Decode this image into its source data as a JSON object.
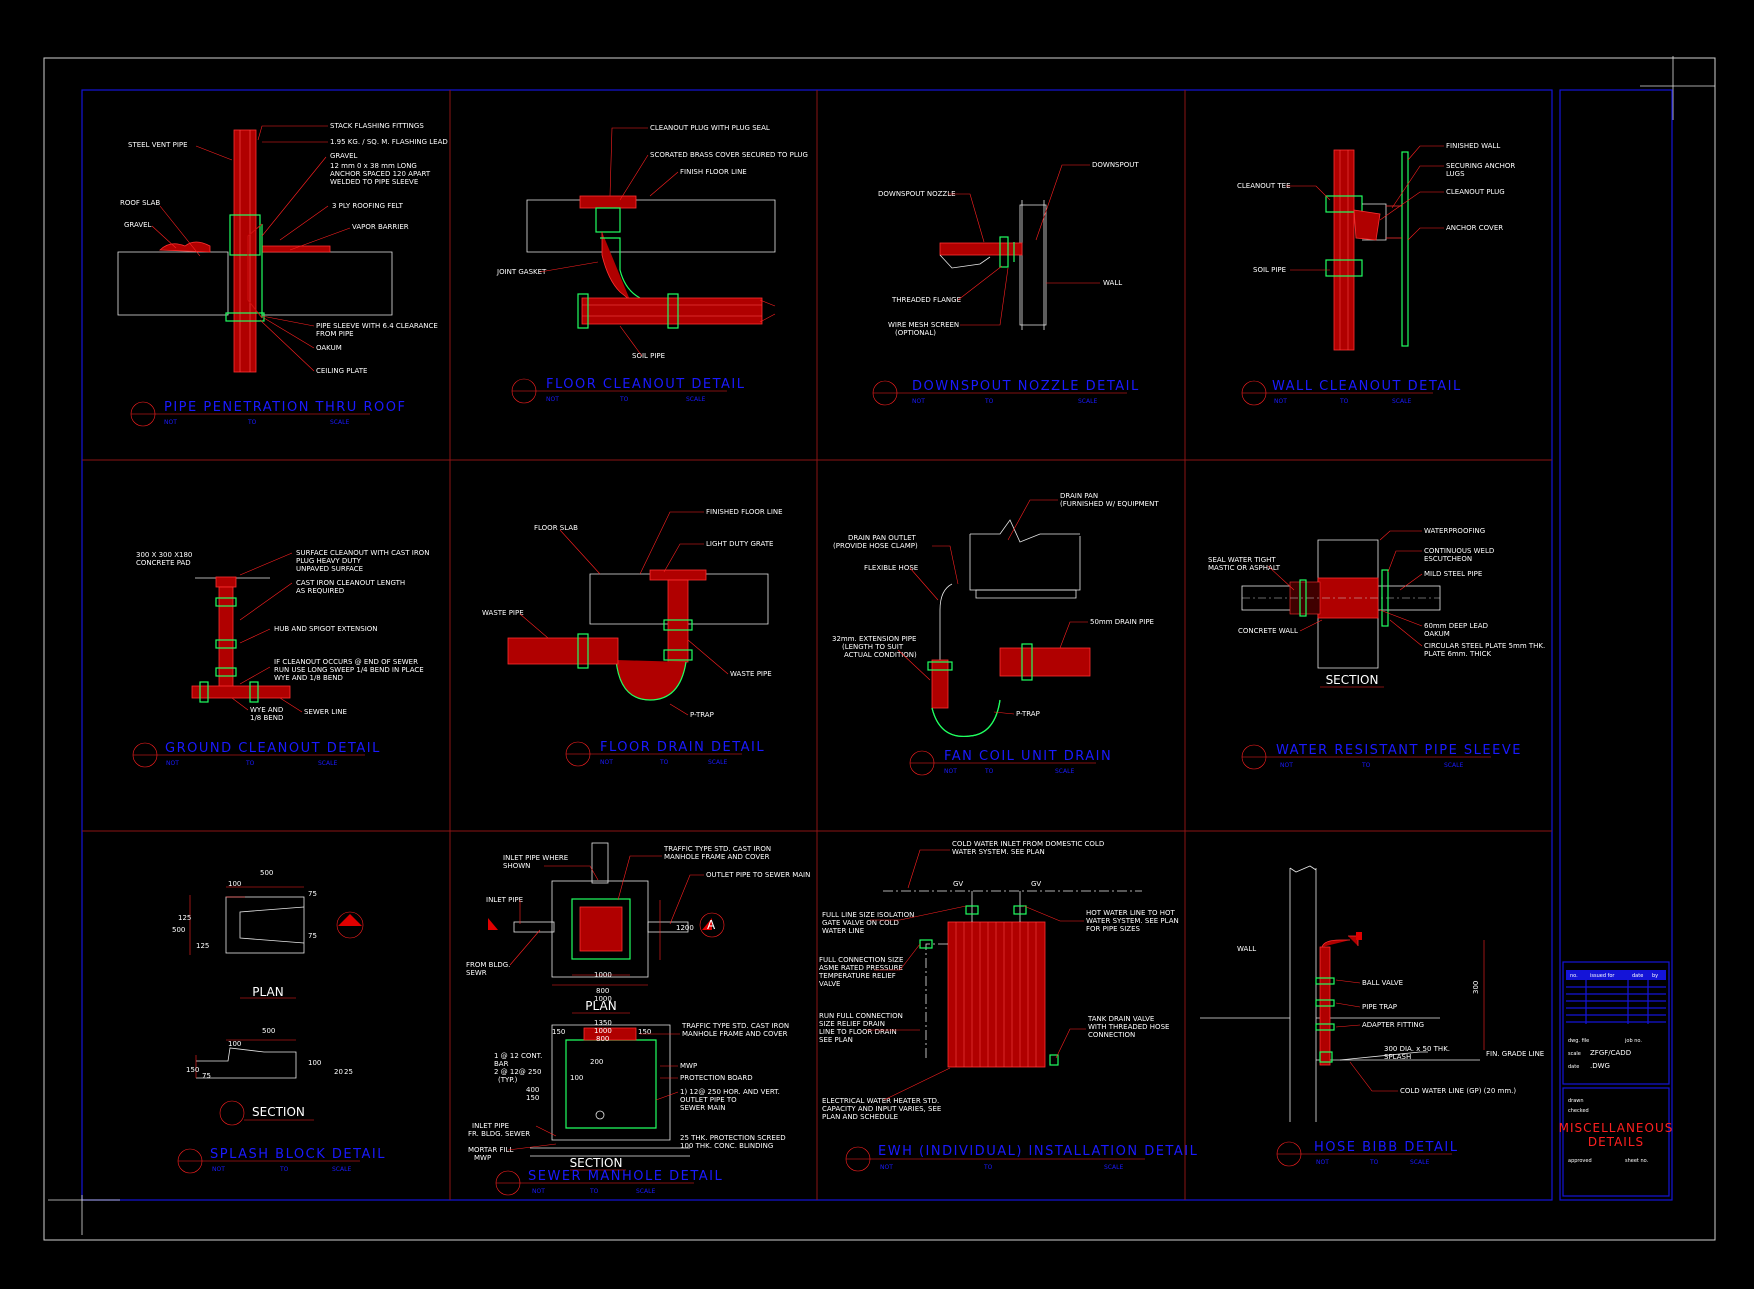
{
  "sheet": {
    "title_lines": [
      "MISCELLANEOUS",
      "DETAILS"
    ],
    "title_color": "#ff2020",
    "border_color": "#1414d8",
    "grid_color": "#8a1414",
    "revision_header": [
      "no.",
      "issued for",
      "date",
      "by"
    ],
    "info_fields": [
      "dwg. file",
      "scale",
      "date",
      "job no.",
      "drawn",
      "checked",
      "approved",
      "sheet no."
    ],
    "file_name": "ZFGF/CADD",
    "file_ext": ".DWG"
  },
  "details": [
    {
      "key": "d1",
      "title": "PIPE PENETRATION THRU ROOF",
      "scale": [
        "NOT",
        "TO",
        "SCALE"
      ],
      "labels": [
        "STACK FLASHING FITTINGS",
        "STEEL VENT PIPE",
        "1.95 KG. / SQ. M. FLASHING LEAD",
        "GRAVEL",
        "12 mm 0 x 38 mm LONG",
        "ANCHOR SPACED 120 APART",
        "WELDED TO PIPE SLEEVE",
        "ROOF SLAB",
        "3 PLY ROOFING FELT",
        "GRAVEL",
        "VAPOR BARRIER",
        "PIPE SLEEVE WITH 6.4 CLEARANCE",
        "FROM PIPE",
        "OAKUM",
        "CEILING PLATE"
      ]
    },
    {
      "key": "d2",
      "title": "FLOOR CLEANOUT DETAIL",
      "scale": [
        "NOT",
        "TO",
        "SCALE"
      ],
      "labels": [
        "CLEANOUT PLUG WITH PLUG SEAL",
        "SCORATED BRASS COVER SECURED TO PLUG",
        "FINISH FLOOR LINE",
        "JOINT GASKET",
        "SOIL PIPE"
      ]
    },
    {
      "key": "d3",
      "title": "DOWNSPOUT NOZZLE DETAIL",
      "scale": [
        "NOT",
        "TO",
        "SCALE"
      ],
      "labels": [
        "DOWNSPOUT",
        "DOWNSPOUT NOZZLE",
        "WALL",
        "THREADED FLANGE",
        "WIRE MESH SCREEN",
        "(OPTIONAL)"
      ]
    },
    {
      "key": "d4",
      "title": "WALL CLEANOUT DETAIL",
      "scale": [
        "NOT",
        "TO",
        "SCALE"
      ],
      "labels": [
        "FINISHED WALL",
        "SECURING ANCHOR",
        "LUGS",
        "CLEANOUT TEE",
        "CLEANOUT PLUG",
        "ANCHOR COVER",
        "SOIL PIPE"
      ]
    },
    {
      "key": "d5",
      "title": "GROUND CLEANOUT DETAIL",
      "scale": [
        "NOT",
        "TO",
        "SCALE"
      ],
      "labels": [
        "300 X 300 X180",
        "CONCRETE PAD",
        "SURFACE CLEANOUT WITH CAST IRON",
        "PLUG HEAVY DUTY",
        "UNPAVED SURFACE",
        "CAST IRON CLEANOUT LENGTH",
        "AS REQUIRED",
        "HUB AND SPIGOT EXTENSION",
        "IF CLEANOUT OCCURS @ END OF SEWER",
        "RUN USE LONG SWEEP 1/4 BEND IN PLACE",
        "WYE AND 1/8 BEND",
        "WYE AND",
        "1/8 BEND",
        "SEWER LINE"
      ]
    },
    {
      "key": "d6",
      "title": "FLOOR DRAIN DETAIL",
      "scale": [
        "NOT",
        "TO",
        "SCALE"
      ],
      "labels": [
        "FINISHED FLOOR LINE",
        "FLOOR SLAB",
        "LIGHT DUTY GRATE",
        "WASTE PIPE",
        "WASTE PIPE",
        "P-TRAP"
      ]
    },
    {
      "key": "d7",
      "title": "FAN COIL UNIT DRAIN",
      "scale": [
        "NOT",
        "TO",
        "SCALE"
      ],
      "labels": [
        "DRAIN PAN",
        "(FURNISHED W/ EQUIPMENT",
        "DRAIN PAN OUTLET",
        "(PROVIDE HOSE CLAMP)",
        "FLEXIBLE HOSE",
        "50mm DRAIN PIPE",
        "32mm. EXTENSION PIPE",
        "(LENGTH TO SUIT",
        "ACTUAL CONDITION)",
        "P-TRAP"
      ]
    },
    {
      "key": "d8",
      "title": "WATER RESISTANT PIPE SLEEVE",
      "scale": [
        "NOT",
        "TO",
        "SCALE"
      ],
      "labels": [
        "WATERPROOFING",
        "SEAL WATER TIGHT",
        "MASTIC OR ASPHALT",
        "CONTINUOUS WELD",
        "ESCUTCHEON",
        "MILD STEEL PIPE",
        "CONCRETE WALL",
        "60mm DEEP LEAD",
        "OAKUM",
        "CIRCULAR STEEL PLATE 5mm THK.",
        "PLATE 6mm. THICK"
      ],
      "section_label": "SECTION"
    },
    {
      "key": "d9",
      "title": "SPLASH BLOCK DETAIL",
      "scale": [
        "NOT",
        "TO",
        "SCALE"
      ],
      "plan_label": "PLAN",
      "section_label": "SECTION",
      "dims": [
        "500",
        "100",
        "125",
        "500",
        "125",
        "75",
        "75",
        "500",
        "100",
        "150",
        "75",
        "100",
        "20",
        "25"
      ]
    },
    {
      "key": "d10",
      "title": "SEWER MANHOLE DETAIL",
      "scale": [
        "NOT",
        "TO",
        "SCALE"
      ],
      "labels": [
        "INLET PIPE WHERE",
        "SHOWN",
        "TRAFFIC TYPE STD. CAST IRON",
        "MANHOLE FRAME AND COVER",
        "OUTLET PIPE TO SEWER MAIN",
        "INLET PIPE",
        "FROM BLDG.",
        "SEWR",
        "1 @ 12 CONT.",
        "BAR",
        "2 @ 12@ 250",
        "(TYP.)",
        "TRAFFIC TYPE STD. CAST IRON",
        "MANHOLE FRAME AND COVER",
        "MWP",
        "PROTECTION BOARD",
        "1) 12@ 250 HOR. AND VERT.",
        "OUTLET PIPE TO",
        "SEWER MAIN",
        "INLET PIPE",
        "FR. BLDG. SEWER",
        "MORTAR FILL",
        "MWP",
        "25 THK. PROTECTION SCREED",
        "100 THK. CONC. BLINDING"
      ],
      "dims": [
        "1000",
        "800",
        "1000",
        "1200",
        "1350",
        "150",
        "1000",
        "150",
        "800",
        "200",
        "400",
        "100",
        "150"
      ],
      "plan_label": "PLAN",
      "section_label": "SECTION",
      "marker": "A"
    },
    {
      "key": "d11",
      "title": "EWH (INDIVIDUAL) INSTALLATION DETAIL",
      "scale": [
        "NOT",
        "TO",
        "SCALE"
      ],
      "labels": [
        "COLD WATER INLET FROM DOMESTIC COLD",
        "WATER SYSTEM. SEE PLAN",
        "GV",
        "GV",
        "FULL LINE SIZE ISOLATION",
        "GATE VALVE ON COLD",
        "WATER LINE",
        "HOT WATER LINE TO HOT",
        "WATER SYSTEM. SEE PLAN",
        "FOR PIPE SIZES",
        "FULL CONNECTION SIZE",
        "ASME RATED PRESSURE",
        "TEMPERATURE RELIEF",
        "VALVE",
        "RUN FULL CONNECTION",
        "SIZE RELIEF DRAIN",
        "LINE TO FLOOR DRAIN",
        "SEE PLAN",
        "TANK DRAIN VALVE",
        "WITH THREADED HOSE",
        "CONNECTION",
        "ELECTRICAL WATER HEATER STD.",
        "CAPACITY AND INPUT VARIES, SEE",
        "PLAN AND SCHEDULE"
      ]
    },
    {
      "key": "d12",
      "title": "HOSE BIBB DETAIL",
      "scale": [
        "NOT",
        "TO",
        "SCALE"
      ],
      "labels": [
        "WALL",
        "BALL VALVE",
        "PIPE TRAP",
        "ADAPTER FITTING",
        "300 DIA. x 50 THK.",
        "SPLASH",
        "FIN. GRADE LINE",
        "COLD WATER LINE (GP) (20 mm.)"
      ],
      "dims": [
        "300"
      ]
    }
  ]
}
